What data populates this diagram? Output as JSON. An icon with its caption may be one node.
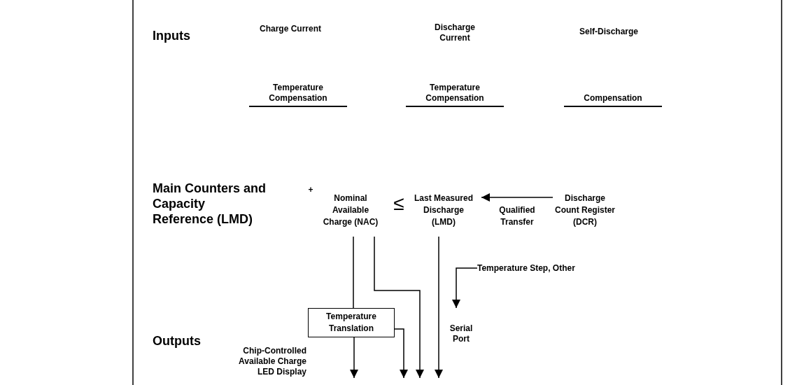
{
  "diagram": {
    "nodes": [
      {
        "text": [
          "Nominal Available Charge (NAC)"
        ]
      },
      {
        "text": [
          "Last Measured Discharge (LMD)"
        ]
      },
      {
        "text": [
          "Discharge Count Register (DCR)"
        ]
      },
      {
        "text": [
          "Temperature Translation"
        ]
      },
      {
        "text": [
          "Temperature Step, Other"
        ]
      }
    ],
    "edges": [
      {
        "from": 2,
        "to": 1,
        "arrow": "to",
        "label": "Qualified Transfer"
      },
      {
        "from": 0,
        "to": 3,
        "arrow": "none"
      },
      {
        "from": 0,
        "to": null,
        "arrow": "to"
      },
      {
        "from": 1,
        "to": null,
        "arrow": "to"
      },
      {
        "from": 4,
        "to": null,
        "arrow": "to"
      },
      {
        "from": 3,
        "to": null,
        "arrow": "to"
      },
      {
        "from": 3,
        "to": null,
        "arrow": "to"
      }
    ],
    "labels": [
      "Inputs",
      "Charge Current",
      "Discharge Current",
      "Self-Discharge",
      "Temperature Compensation",
      "Temperature Compensation",
      "Compensation",
      "Main Counters and Capacity Reference (LMD)",
      "+",
      "≤",
      "Outputs",
      "Chip-Controlled Available Charge LED Display",
      "Serial Port"
    ]
  }
}
